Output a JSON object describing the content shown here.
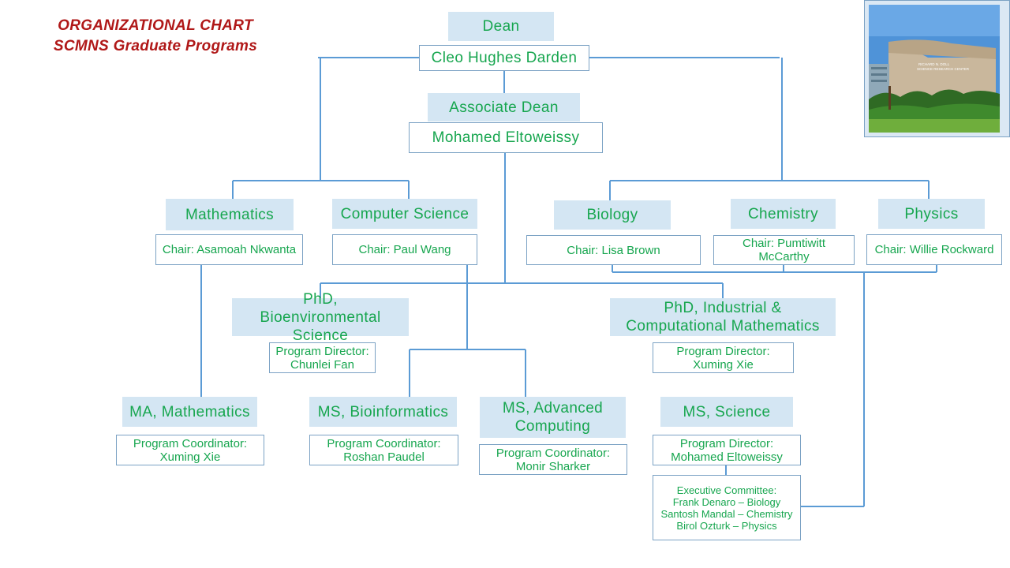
{
  "title": {
    "line1": "ORGANIZATIONAL  CHART",
    "line2": "SCMNS Graduate Programs"
  },
  "photo": {
    "sign_text": "RICHARD N. DOLL SCIENCE RESEARCH CENTER"
  },
  "dean": {
    "label": "Dean",
    "name": "Cleo Hughes Darden"
  },
  "associate_dean": {
    "label": "Associate Dean",
    "name": "Mohamed  Eltoweissy"
  },
  "departments": [
    {
      "label": "Mathematics",
      "chair": "Chair: Asamoah Nkwanta"
    },
    {
      "label": "Computer  Science",
      "chair": "Chair: Paul Wang"
    },
    {
      "label": "Biology",
      "chair": "Chair: Lisa Brown"
    },
    {
      "label": "Chemistry",
      "chair": "Chair: Pumtiwitt McCarthy"
    },
    {
      "label": "Physics",
      "chair": "Chair: Willie Rockward"
    }
  ],
  "phd_programs": [
    {
      "label": "PhD, Bioenvironmental Science",
      "role": "Program Director:",
      "person": "Chunlei Fan"
    },
    {
      "label": "PhD, Industrial & Computational Mathematics",
      "role": "Program Director:",
      "person": "Xuming Xie"
    }
  ],
  "masters_programs": [
    {
      "label": "MA, Mathematics",
      "role": "Program Coordinator:",
      "person": "Xuming Xie"
    },
    {
      "label": "MS, Bioinformatics",
      "role": "Program Coordinator:",
      "person": "Roshan Paudel"
    },
    {
      "label": "MS, Advanced Computing",
      "role": "Program Coordinator:",
      "person": "Monir Sharker"
    },
    {
      "label": "MS, Science",
      "role": "Program Director:",
      "person": "Mohamed Eltoweissy"
    }
  ],
  "executive_committee": {
    "heading": "Executive Committee:",
    "members": [
      "Frank Denaro – Biology",
      "Santosh Mandal – Chemistry",
      "Birol Ozturk – Physics"
    ]
  },
  "colors": {
    "title": "#b01818",
    "text": "#17a64f",
    "header_fill": "#d4e6f3",
    "line": "#5b9bd5",
    "box_border": "#7ba2c4"
  }
}
